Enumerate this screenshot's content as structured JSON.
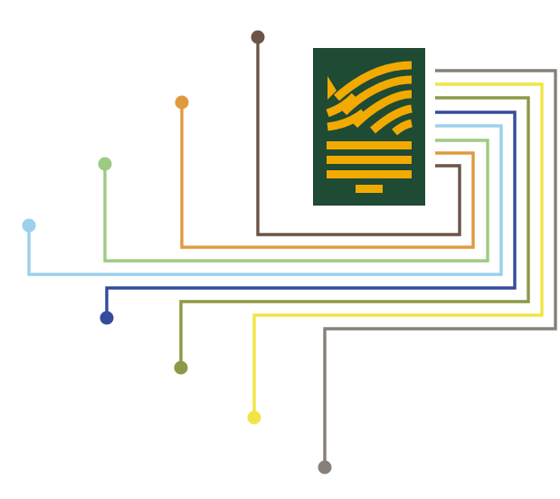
{
  "logo": {
    "name": "wheat-field-logo",
    "background_color": "#1f4a34",
    "mark_color": "#f2aa00"
  },
  "colors": {
    "brown": "#6b5447",
    "orange": "#e09a3e",
    "light_green": "#9ecb83",
    "light_blue": "#9cd0ec",
    "navy": "#344b9c",
    "olive": "#8b9a47",
    "yellow": "#f0e545",
    "taupe": "#878078"
  },
  "lines": [
    {
      "name": "brown-line",
      "color_key": "brown"
    },
    {
      "name": "orange-line",
      "color_key": "orange"
    },
    {
      "name": "light-green-line",
      "color_key": "light_green"
    },
    {
      "name": "light-blue-line",
      "color_key": "light_blue"
    },
    {
      "name": "navy-line",
      "color_key": "navy"
    },
    {
      "name": "olive-line",
      "color_key": "olive"
    },
    {
      "name": "yellow-line",
      "color_key": "yellow"
    },
    {
      "name": "taupe-line",
      "color_key": "taupe"
    }
  ]
}
